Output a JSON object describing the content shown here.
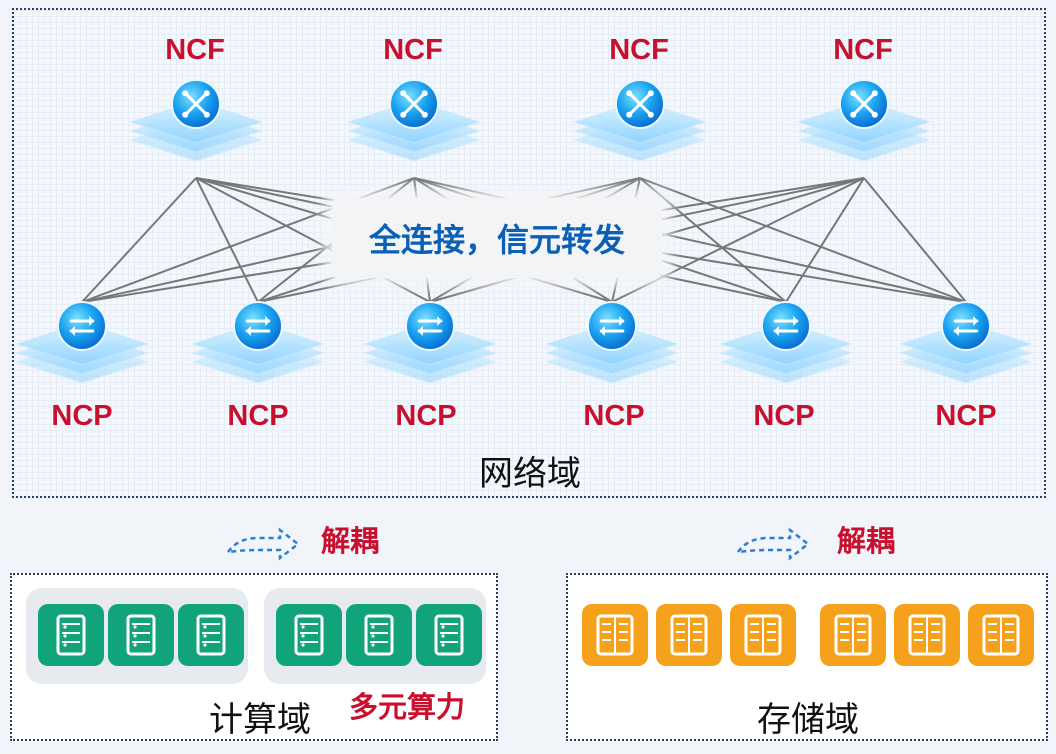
{
  "network": {
    "title": "网络域",
    "center_label": "全连接，信元转发",
    "ncf_label": "NCF",
    "ncp_label": "NCP",
    "ncf_count": 4,
    "ncp_count": 6
  },
  "decouple": {
    "label": "解耦"
  },
  "compute": {
    "title": "计算域",
    "subtitle": "多元算力",
    "tile_color": "#11a37a",
    "groups": 2,
    "tiles_per_group": 3
  },
  "storage": {
    "title": "存储域",
    "tile_color": "#f5a11c",
    "groups": 2,
    "tiles_per_group": 3
  },
  "colors": {
    "label_red": "#c8102e",
    "center_text": "#0b5fb5",
    "link": "#777777",
    "node_blue": "#19a6f2",
    "border": "#2a3f66"
  }
}
